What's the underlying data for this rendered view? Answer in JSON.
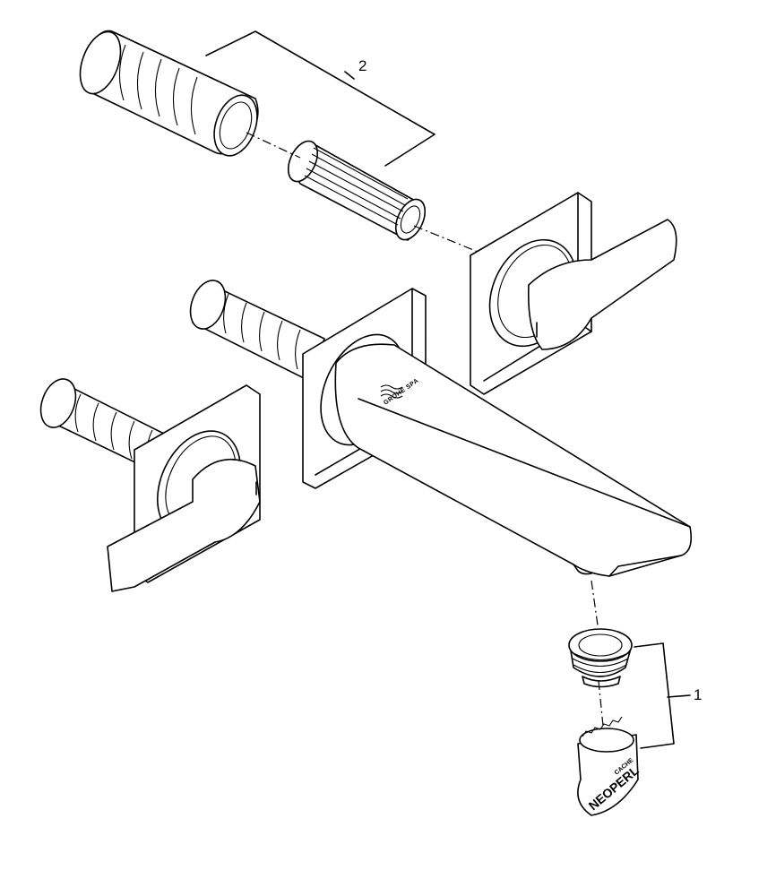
{
  "callouts": [
    {
      "number": "2"
    },
    {
      "number": "1"
    }
  ],
  "labels": {
    "spout_brand": "GROHE SPA",
    "tool_brand": "NEOPERL",
    "tool_text_small": "CACHE"
  },
  "colors": {
    "line": "#000000",
    "background": "#ffffff"
  }
}
